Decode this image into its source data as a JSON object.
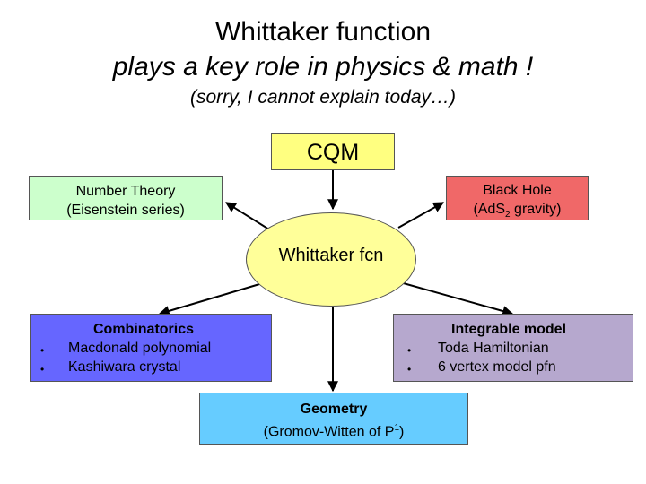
{
  "title": {
    "line1": "Whittaker function",
    "line2": "plays a key role in physics & math !",
    "line3": "(sorry, I cannot explain today…)"
  },
  "nodes": {
    "cqm": "CQM",
    "center": "Whittaker fcn",
    "number_theory": {
      "title": "Number Theory",
      "subtitle": "(Eisenstein series)"
    },
    "black_hole": {
      "title": "Black Hole",
      "sub_pre": "(AdS",
      "sub_idx": "2",
      "sub_post": " gravity)"
    },
    "combinatorics": {
      "title": "Combinatorics",
      "items": [
        "Macdonald polynomial",
        "Kashiwara crystal"
      ]
    },
    "integrable": {
      "title": "Integrable model",
      "items": [
        "Toda Hamiltonian",
        "6 vertex model pfn"
      ]
    },
    "geometry": {
      "title": "Geometry",
      "sub_pre": "(Gromov-Witten of P",
      "sub_idx": "1",
      "sub_post": ")"
    }
  },
  "bullet_char": "•"
}
